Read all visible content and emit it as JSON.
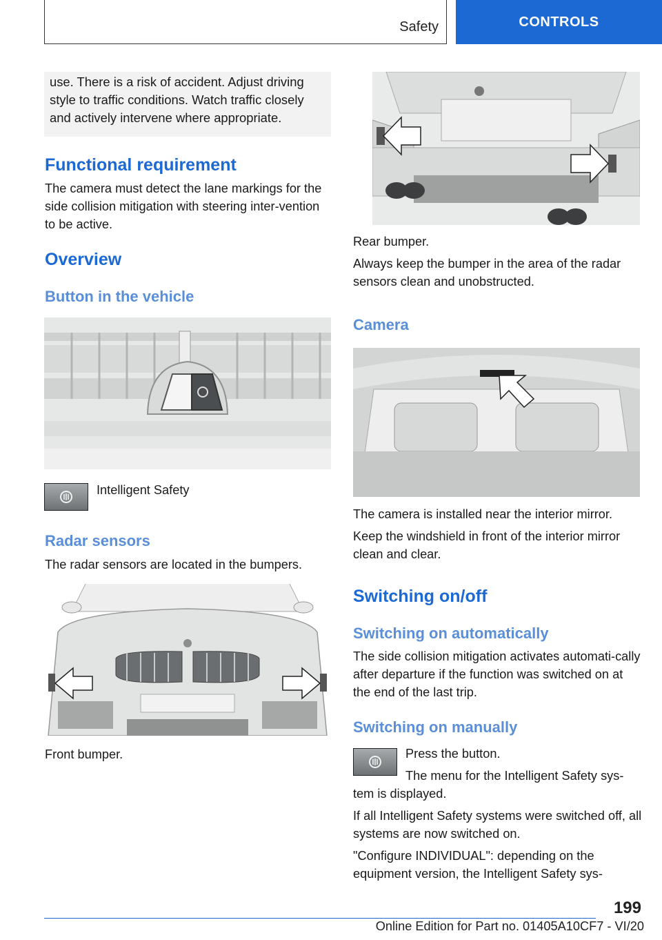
{
  "header": {
    "section": "Safety",
    "tab": "CONTROLS"
  },
  "warning_text": "use. There is a risk of accident. Adjust driving style to traffic conditions. Watch traffic closely and actively intervene where appropriate.",
  "functional": {
    "heading": "Functional requirement",
    "text": "The camera must detect the lane markings for the side collision mitigation with steering inter-vention to be active."
  },
  "overview": {
    "heading": "Overview"
  },
  "button_vehicle": {
    "heading": "Button in the vehicle",
    "icon_label": "Intelligent Safety"
  },
  "radar": {
    "heading": "Radar sensors",
    "text": "The radar sensors are located in the bumpers.",
    "front_caption": "Front bumper.",
    "rear_caption": "Rear bumper.",
    "rear_text": "Always keep the bumper in the area of the radar sensors clean and unobstructed."
  },
  "camera": {
    "heading": "Camera",
    "caption": "The camera is installed near the interior mirror.",
    "text": "Keep the windshield in front of the interior mirror clean and clear."
  },
  "switching": {
    "heading": "Switching on/off",
    "auto_heading": "Switching on automatically",
    "auto_text": "The side collision mitigation activates automati-cally after departure if the function was switched on at the end of the last trip.",
    "manual_heading": "Switching on manually",
    "press": "Press the button.",
    "menu_text_1": "The menu for the Intelligent Safety sys-",
    "menu_text_2": "tem is displayed.",
    "all_text": "If all Intelligent Safety systems were switched off, all systems are now switched on.",
    "configure_text": "\"Configure INDIVIDUAL\": depending on the equipment version, the Intelligent Safety sys-"
  },
  "footer": {
    "page": "199",
    "edition": "Online Edition for Part no. 01405A10CF7 - VI/20"
  },
  "colors": {
    "accent": "#1c69d4",
    "subheading": "#5a8fd8"
  },
  "icons": {
    "safety_button": "intelligent-safety-icon"
  }
}
